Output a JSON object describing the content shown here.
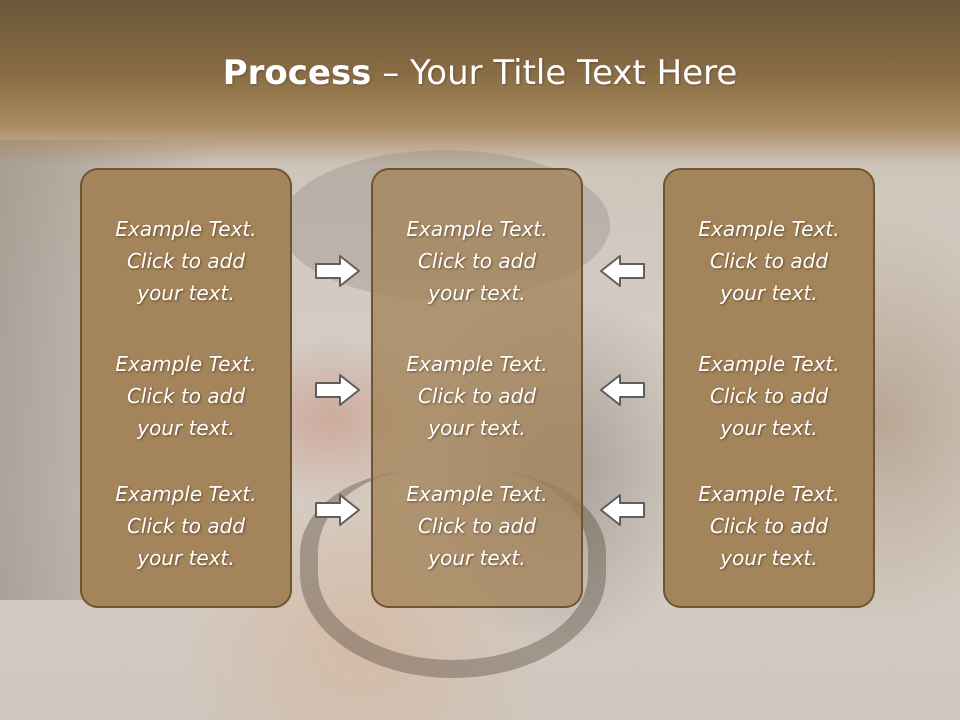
{
  "slide": {
    "title_bold": "Process",
    "title_rest": " – Your Title Text Here",
    "columns": [
      {
        "items": [
          [
            "Example Text.",
            "Click  to add",
            "your text."
          ],
          [
            "Example Text.",
            "Click  to add",
            "your text."
          ],
          [
            "Example Text.",
            "Click  to add",
            "your text."
          ]
        ]
      },
      {
        "items": [
          [
            "Example Text.",
            "Click  to add",
            "your text."
          ],
          [
            "Example Text.",
            "Click  to add",
            "your text."
          ],
          [
            "Example Text.",
            "Click  to add",
            "your text."
          ]
        ]
      },
      {
        "items": [
          [
            "Example Text.",
            "Click  to add",
            "your text."
          ],
          [
            "Example Text.",
            "Click  to add",
            "your text."
          ],
          [
            "Example Text.",
            "Click  to add",
            "your text."
          ]
        ]
      }
    ],
    "arrows": {
      "left_group": [
        "right-arrow-icon",
        "right-arrow-icon",
        "right-arrow-icon"
      ],
      "right_group": [
        "left-arrow-icon",
        "left-arrow-icon",
        "left-arrow-icon"
      ]
    },
    "colors": {
      "header": "#8a6d45",
      "panel_fill": "#a4845a",
      "panel_border": "#6f5632",
      "text": "#ffffff",
      "arrow_fill": "#ffffff",
      "arrow_stroke": "#5f5f5f"
    }
  }
}
